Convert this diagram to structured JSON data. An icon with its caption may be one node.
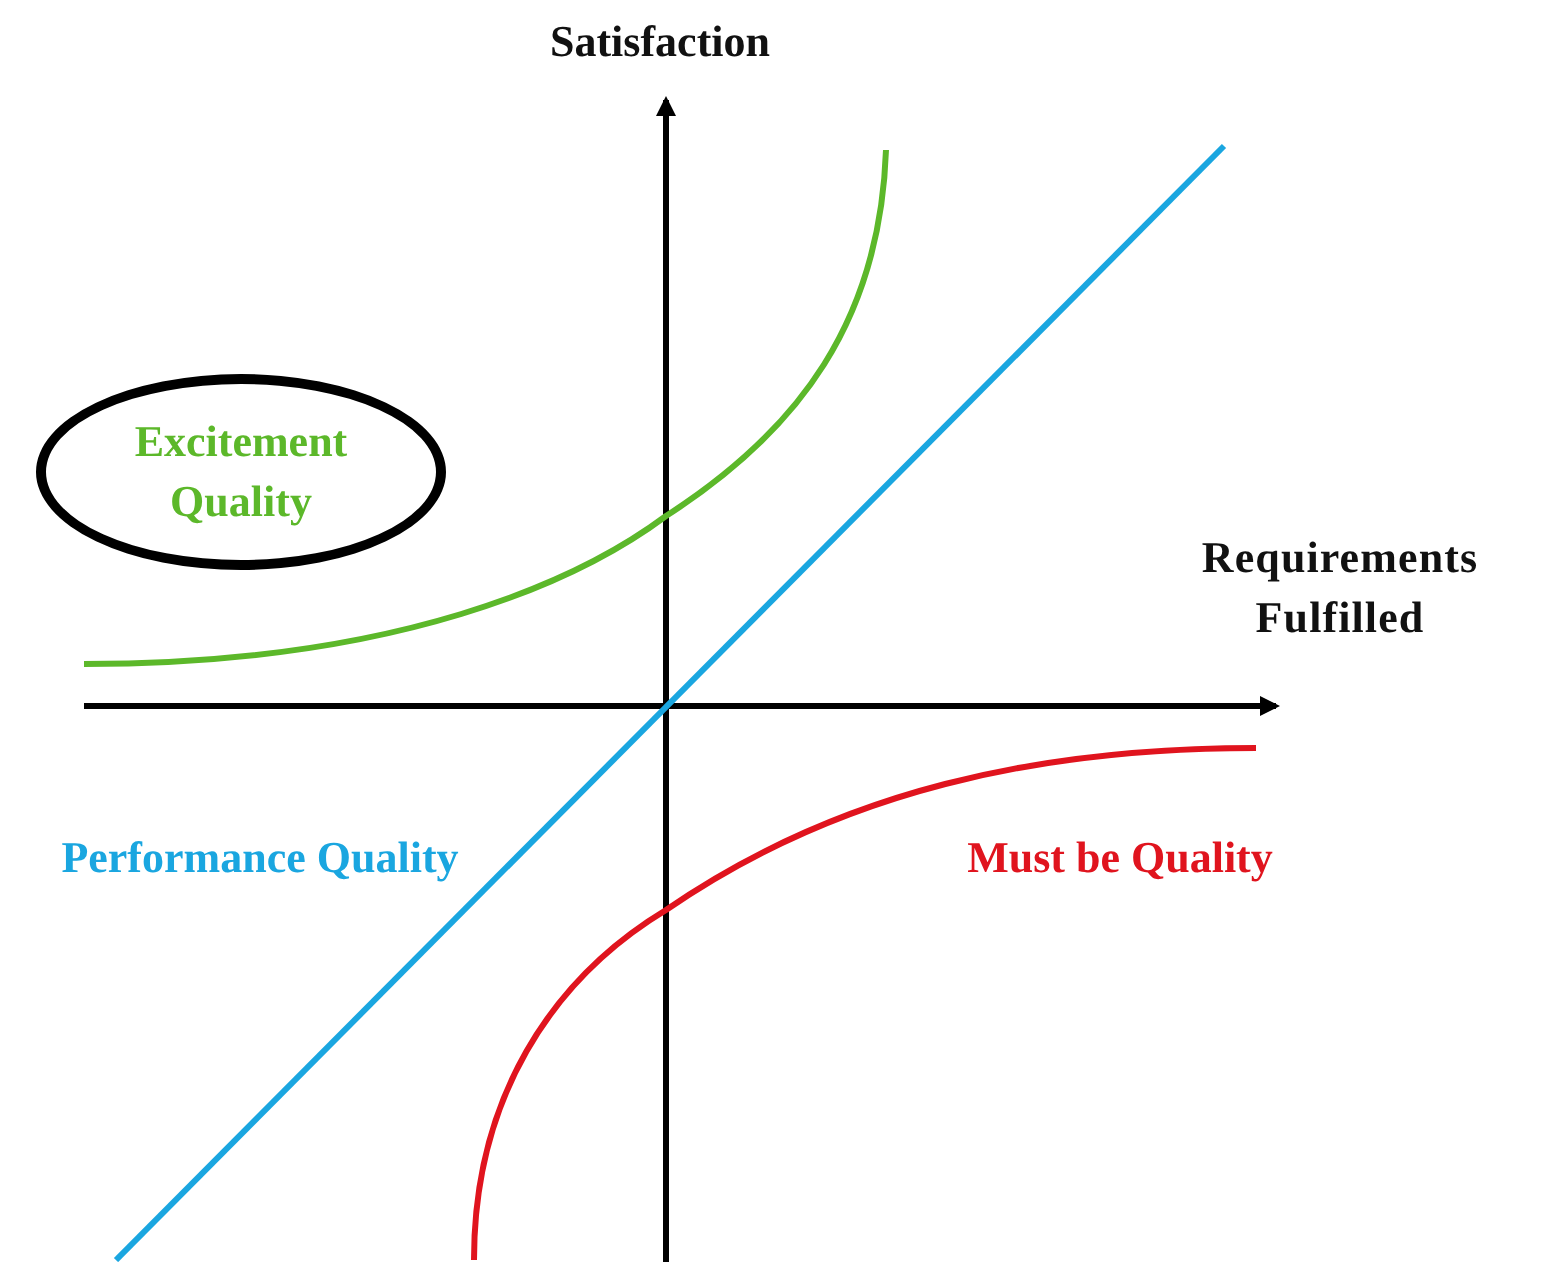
{
  "diagram": {
    "nodes": [
      {
        "text": [
          "Excitement Quality"
        ]
      }
    ],
    "labels": [
      "Satisfaction",
      "Requirements Fulfilled",
      "Performance Quality",
      "Must be Quality"
    ]
  }
}
